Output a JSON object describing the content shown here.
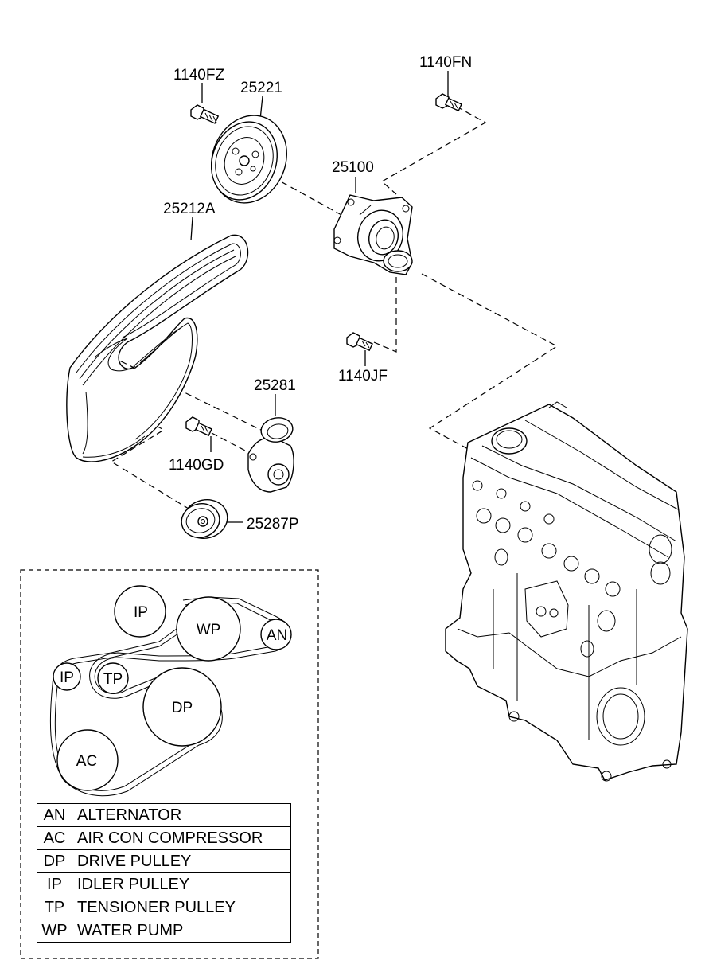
{
  "part_labels": {
    "p1140FZ": "1140FZ",
    "p25221": "25221",
    "p1140FN": "1140FN",
    "p25100": "25100",
    "p25212A": "25212A",
    "p1140JF": "1140JF",
    "p25281": "25281",
    "p1140GD": "1140GD",
    "p25287P": "25287P"
  },
  "belt_diagram": {
    "pulleys": {
      "ip_top": "IP",
      "wp": "WP",
      "an": "AN",
      "ip_left": "IP",
      "tp": "TP",
      "dp": "DP",
      "ac": "AC"
    }
  },
  "legend": [
    {
      "code": "AN",
      "desc": "ALTERNATOR"
    },
    {
      "code": "AC",
      "desc": "AIR CON COMPRESSOR"
    },
    {
      "code": "DP",
      "desc": "DRIVE PULLEY"
    },
    {
      "code": "IP",
      "desc": "IDLER PULLEY"
    },
    {
      "code": "TP",
      "desc": "TENSIONER PULLEY"
    },
    {
      "code": "WP",
      "desc": "WATER PUMP"
    }
  ]
}
